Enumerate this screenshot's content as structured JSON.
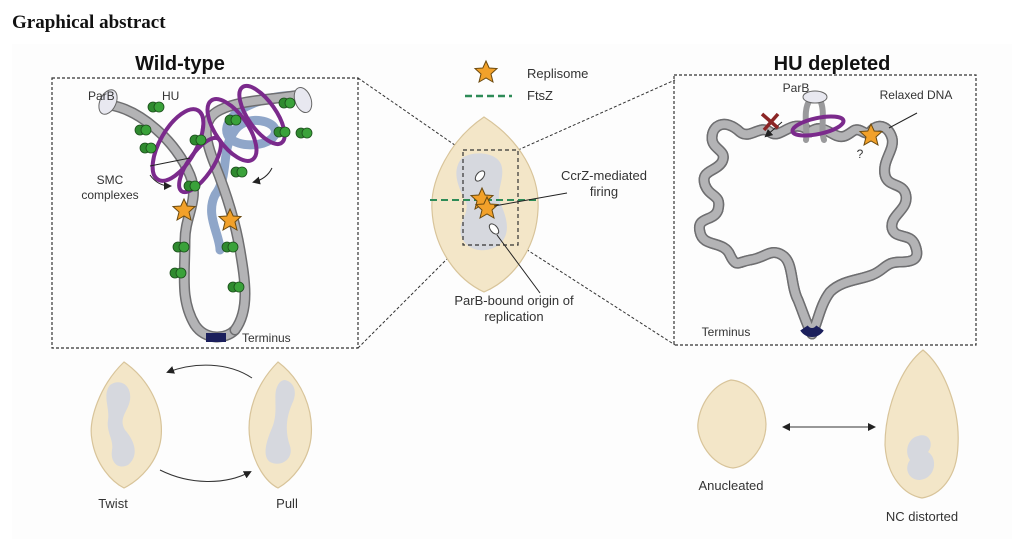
{
  "heading": "Graphical abstract",
  "wild_type": {
    "title": "Wild-type",
    "labels": {
      "parb": "ParB",
      "hu": "HU",
      "smc": [
        "SMC",
        "complexes"
      ],
      "terminus": "Terminus"
    },
    "cycle": {
      "left_label": "Twist",
      "right_label": "Pull"
    }
  },
  "center": {
    "legend": [
      {
        "icon": "star-icon",
        "label": "Replisome"
      },
      {
        "icon": "dashed-line-icon",
        "label": "FtsZ"
      }
    ],
    "ccrz_label": [
      "CcrZ-mediated",
      "firing"
    ],
    "origin_label": [
      "ParB-bound origin of",
      "replication"
    ]
  },
  "hu_depleted": {
    "title": "HU depleted",
    "labels": {
      "parb": "ParB",
      "relaxed": "Relaxed DNA",
      "question": "?",
      "terminus": "Terminus"
    },
    "phenotypes": {
      "left_label": "Anucleated",
      "right_label": "NC distorted"
    }
  },
  "colors": {
    "cell": "#f3e6c8",
    "cell_edge": "#d8c49a",
    "nucleoid": "#d6d8de",
    "dna": "#a9a9ab",
    "dna_blue": "#8fa6c9",
    "hu_ring": "#7b2a8c",
    "smc_green": "#2f8a2f",
    "star": "#f2a12a",
    "ftsz": "#2e8b57",
    "terminus": "#1b1f5c",
    "cross": "#8b2525"
  }
}
